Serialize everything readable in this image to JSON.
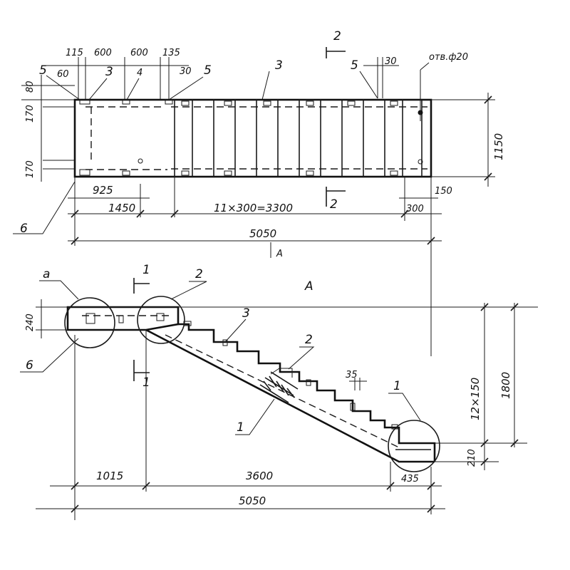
{
  "plan": {
    "top_dims": [
      "115",
      "600",
      "600",
      "135"
    ],
    "left_small_dims": [
      "80",
      "60"
    ],
    "left_dims": [
      "170",
      "170"
    ],
    "right_dim": "1150",
    "hole_label": "отв.ф20",
    "top_right_dim": "30",
    "mid_dim": "30",
    "bottom_dims": [
      "925",
      "1450",
      "11×300=3300",
      "150",
      "300"
    ],
    "overall_dim": "5050",
    "markers": {
      "n3a": "3",
      "n4": "4",
      "n5a": "5",
      "n5b": "5",
      "n3b": "3",
      "n5c": "5",
      "n6": "6"
    },
    "section_2_top": "2",
    "section_2_bottom": "2",
    "view_arrow": "A"
  },
  "elevation": {
    "view_label": "A",
    "left_dim": "240",
    "right_dims": [
      "12×150",
      "1800",
      "210"
    ],
    "step_dim": "35",
    "bottom_dims": [
      "1015",
      "3600",
      "435"
    ],
    "overall_dim": "5050",
    "markers": {
      "a": "a",
      "n2a": "2",
      "n3": "3",
      "n2b": "2",
      "n1a": "1",
      "n1b": "1",
      "n6": "6"
    },
    "section_1_top": "1",
    "section_1_bottom": "1"
  }
}
